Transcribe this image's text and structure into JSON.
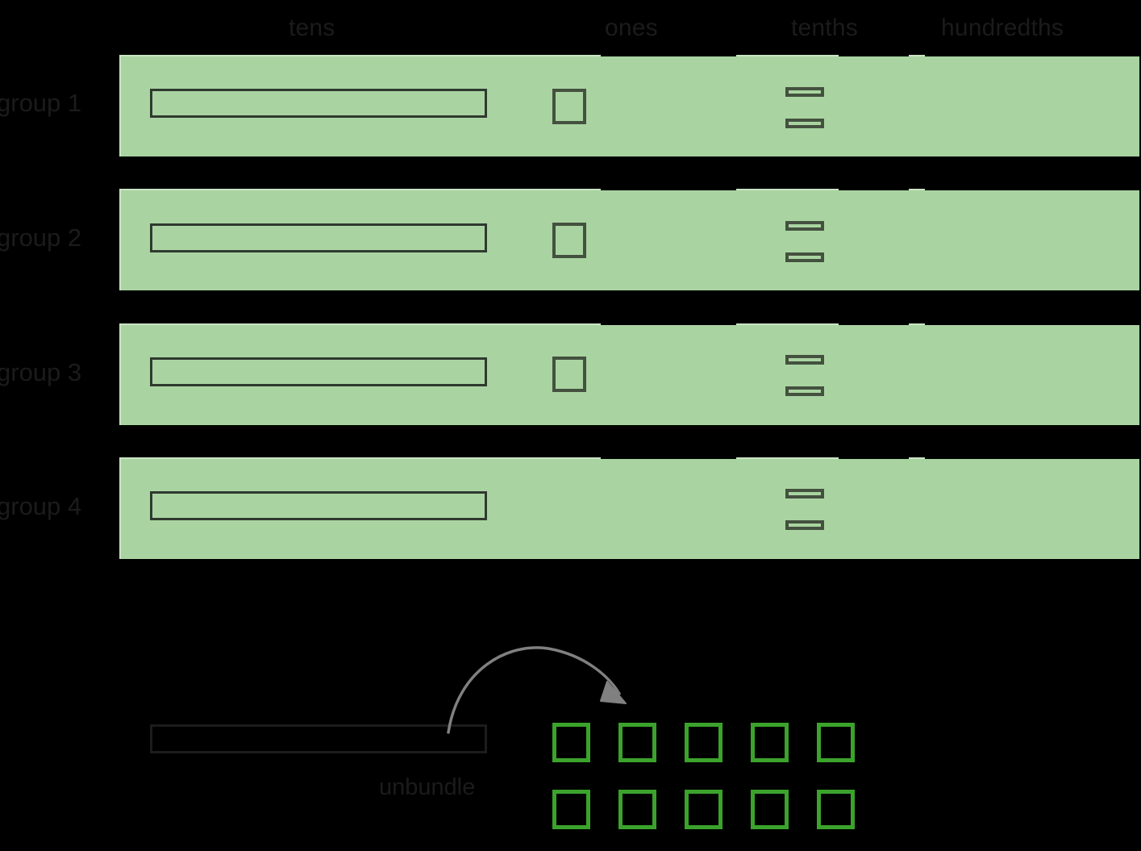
{
  "columns": [
    {
      "id": "tens",
      "label": "tens"
    },
    {
      "id": "ones",
      "label": "ones"
    },
    {
      "id": "tenths",
      "label": "tenths"
    },
    {
      "id": "hundredths",
      "label": "hundredths"
    }
  ],
  "groups": [
    {
      "label": "group 1",
      "tens": 1,
      "ones": 1,
      "tenths": 2,
      "hundredths": 0
    },
    {
      "label": "group 2",
      "tens": 1,
      "ones": 1,
      "tenths": 2,
      "hundredths": 0
    },
    {
      "label": "group 3",
      "tens": 1,
      "ones": 1,
      "tenths": 2,
      "hundredths": 0
    },
    {
      "label": "group 4",
      "tens": 1,
      "ones": 0,
      "tenths": 2,
      "hundredths": 0
    }
  ],
  "unbundle": {
    "label": "unbundle",
    "rod_count": 1,
    "result_units": 10,
    "result_rows": 2,
    "result_cols": 5,
    "arrow": "curved-arrow-icon"
  },
  "colors": {
    "band_green": "#a9d4a1",
    "band_rule": "#c9e3c3",
    "block_outline": "#2f3a2f",
    "unit_outline": "#44513f",
    "bright_green": "#3ba32c",
    "arrow_gray": "#808080",
    "text": "#1b1b1b",
    "background": "#000000"
  }
}
